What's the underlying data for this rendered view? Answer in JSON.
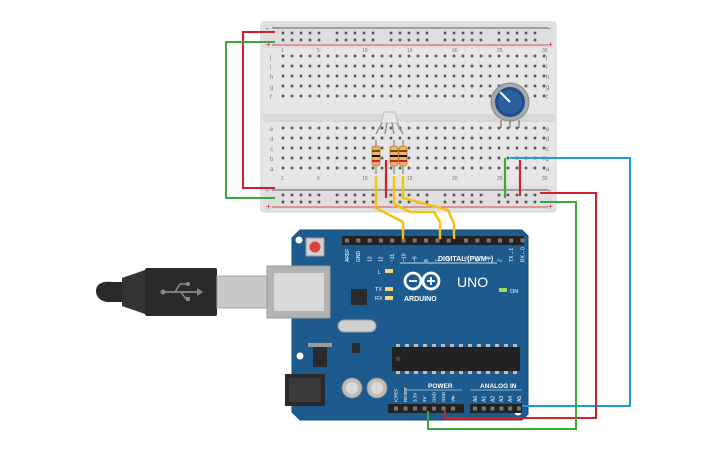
{
  "breadboard": {
    "top_rail_minus": "-",
    "top_rail_plus": "+",
    "bottom_rail_minus": "-",
    "bottom_rail_plus": "+",
    "row_letters_top": [
      "j",
      "i",
      "h",
      "g",
      "f"
    ],
    "row_letters_bottom": [
      "e",
      "d",
      "c",
      "b",
      "a"
    ],
    "column_count": 30,
    "column_label_step": 5
  },
  "arduino": {
    "board_name": "UNO",
    "brand": "ARDUINO",
    "digital_header_label": "DIGITAL (PWM~)",
    "digital_pins": [
      "AREF",
      "GND",
      "13",
      "12",
      "~11",
      "~10",
      "~9",
      "8",
      "7",
      "~6",
      "~5",
      "4",
      "~3",
      "2",
      "TX→1",
      "RX←0"
    ],
    "power_label": "POWER",
    "power_pins": [
      "IOREF",
      "RESET",
      "3.3V",
      "5V",
      "GND",
      "GND",
      "Vin"
    ],
    "analog_label": "ANALOG IN",
    "analog_pins": [
      "A0",
      "A1",
      "A2",
      "A3",
      "A4",
      "A5"
    ],
    "led_l": "L",
    "led_tx": "TX",
    "led_rx": "RX",
    "led_on": "ON"
  },
  "components": {
    "potentiometer": "potentiometer",
    "rgb_led": "rgb-led",
    "resistors": 3
  },
  "colors": {
    "board_blue": "#1d5a8e",
    "breadboard": "#e9e9e9",
    "wire_red": "#d3202a",
    "wire_green": "#3ba83a",
    "wire_blue": "#1e9bd7",
    "wire_yellow": "#f4c20d",
    "knob": "#1f4f8a"
  }
}
